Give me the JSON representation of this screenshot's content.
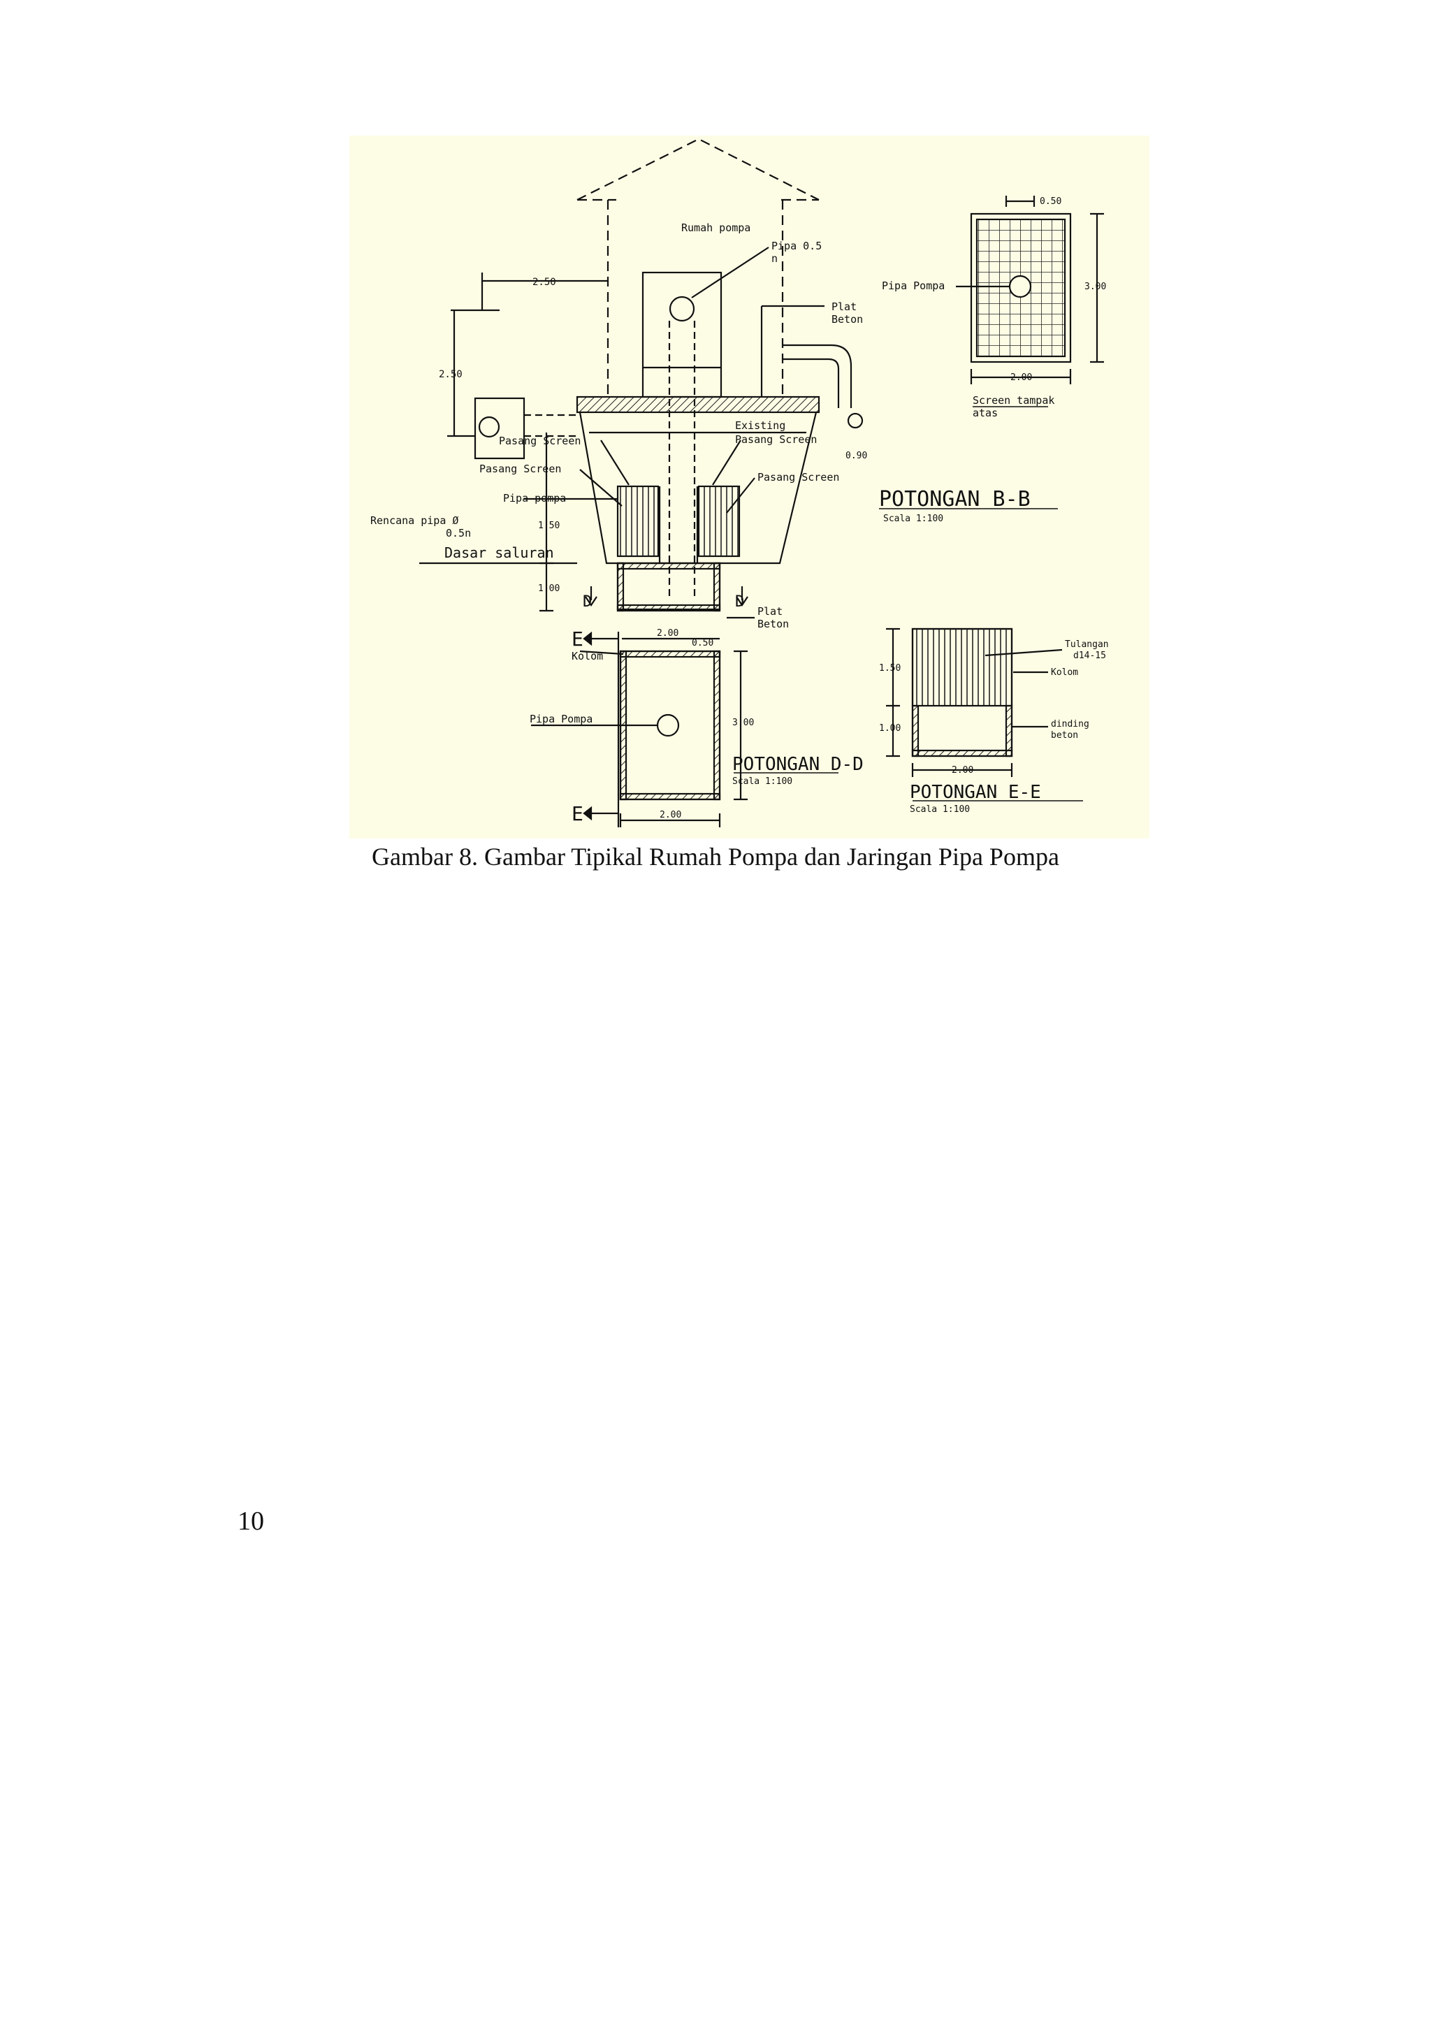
{
  "figure": {
    "background": "#fdfde6",
    "labels": {
      "rumah_pompa": "Rumah pompa",
      "pipa_05_a": "Pipa 0.5",
      "pipa_05_b": "n",
      "plat_beton_top_a": "Plat",
      "plat_beton_top_b": "Beton",
      "pipa_pompa_screen": "Pipa Pompa",
      "dim_050_screen": "0.50",
      "dim_300_screen": "3.00",
      "dim_200_screen": "2.00",
      "screen_tampak_a": "Screen tampak",
      "screen_tampak_b": "atas",
      "dim_250_h": "2.50",
      "dim_250_v": "2.50",
      "pasang_screen_1": "Pasang Screen",
      "pasang_screen_2": "Pasang Screen",
      "existing": "Existing",
      "pasang_screen_3": "Pasang Screen",
      "pasang_screen_4": "Pasang Screen",
      "pipa_pompa_main": "Pipa pompa",
      "dim_090": "0.90",
      "rencana_pipa_a": "Rencana pipa Ø",
      "rencana_pipa_b": "0.5n",
      "dim_150_main": "1.50",
      "dasar_saluran": "Dasar saluran",
      "dim_100_main": "1.00",
      "d_left": "D",
      "d_right": "D",
      "plat_beton_bot_a": "Plat",
      "plat_beton_bot_b": "Beton",
      "potongan_bb": "POTONGAN B-B",
      "scala_bb": "Scala 1:100",
      "e_top": "E",
      "kolom_dd": "Kolom",
      "dim_200_dd_top": "2.00",
      "dim_050_dd": "0.50",
      "pipa_pompa_dd": "Pipa Pompa",
      "dim_300_dd": "3.00",
      "potongan_dd": "POTONGAN D-D",
      "scala_dd": "Scala 1:100",
      "e_bottom": "E",
      "dim_200_dd_bot": "2.00",
      "tulangan_a": "Tulangan",
      "tulangan_b": "d14-15",
      "kolom_ee": "Kolom",
      "dim_150_ee": "1.50",
      "dim_100_ee": "1.00",
      "dinding_a": "dinding",
      "dinding_b": "beton",
      "dim_200_ee": "2.00",
      "potongan_ee": "POTONGAN E-E",
      "scala_ee": "Scala 1:100"
    }
  },
  "caption": "Gambar 8. Gambar Tipikal Rumah Pompa dan Jaringan Pipa Pompa",
  "page_number": "10"
}
